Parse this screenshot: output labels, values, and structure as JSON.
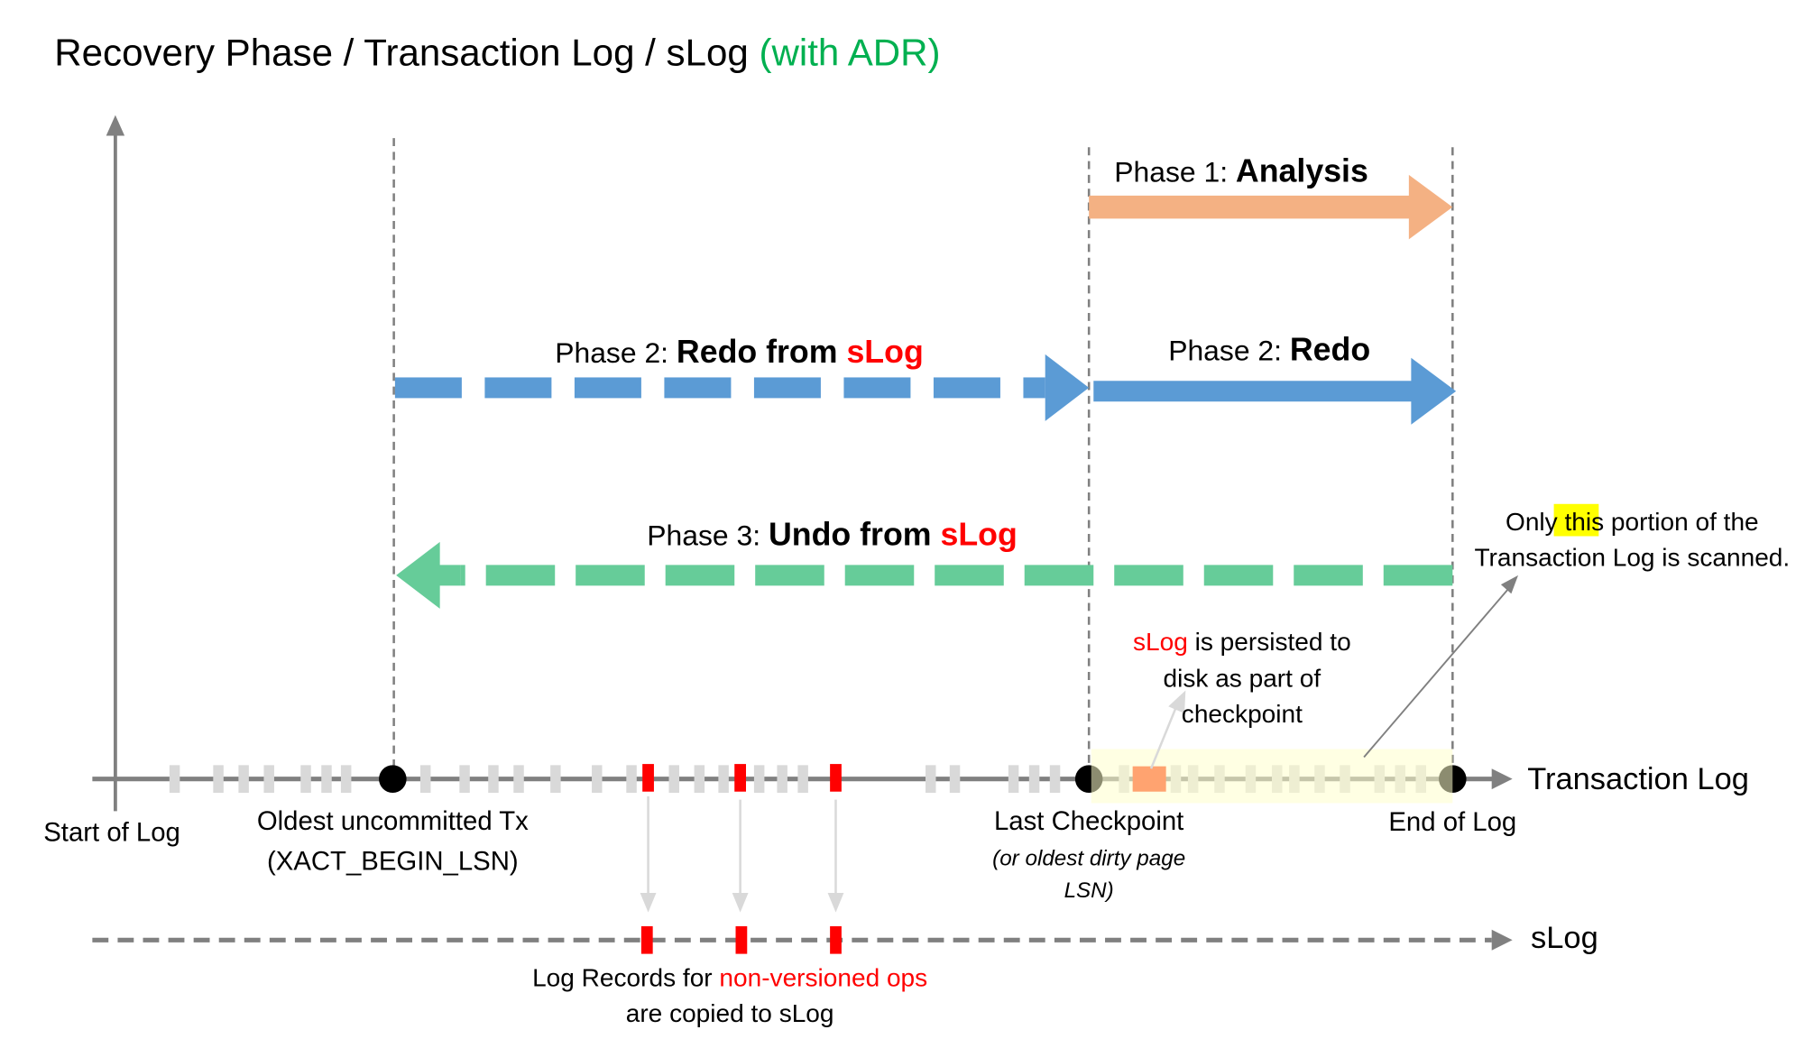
{
  "title": {
    "main": "Recovery Phase / Transaction Log / sLog ",
    "suffix": "(with ADR)"
  },
  "colors": {
    "title_suffix": "#00b050",
    "analysis_arrow": "#f4b183",
    "redo_arrow": "#5b9bd5",
    "undo_arrow": "#66cc99",
    "red_text": "#ff0000",
    "log_record": "#d9d9d9",
    "non_versioned_record": "#ff0000",
    "slog_block": "#ff3300",
    "highlight": "#ffffcc",
    "axis": "#808080"
  },
  "phases": {
    "analysis": {
      "prefix": "Phase 1: ",
      "name": "Analysis"
    },
    "redo_slog": {
      "prefix": "Phase 2: ",
      "name": "Redo from ",
      "red": "sLog"
    },
    "redo": {
      "prefix": "Phase 2: ",
      "name": "Redo"
    },
    "undo": {
      "prefix": "Phase 3: ",
      "name": "Undo from ",
      "red": "sLog"
    }
  },
  "labels": {
    "start_of_log": "Start of Log",
    "oldest_tx_1": "Oldest uncommitted Tx",
    "oldest_tx_2": "(XACT_BEGIN_LSN)",
    "last_checkpoint": "Last Checkpoint",
    "checkpoint_note_1": "(or oldest dirty page",
    "checkpoint_note_2": "LSN)",
    "end_of_log": "End of Log",
    "transaction_log": "Transaction Log",
    "slog": "sLog",
    "records_1a": "Log Records for ",
    "records_1b": "non-versioned ops",
    "records_2": "are copied to sLog",
    "persist_1a": "sLog",
    "persist_1b": " is persisted to",
    "persist_2": "disk as part of",
    "persist_3": "checkpoint",
    "scan_1a": "Only ",
    "scan_1b": "this",
    "scan_1c": " portion of the",
    "scan_2": "Transaction Log is scanned."
  }
}
